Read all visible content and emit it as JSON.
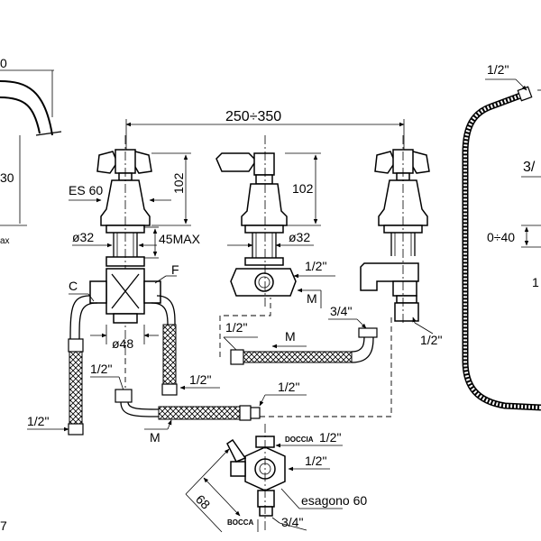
{
  "spout": {
    "label_top": "0",
    "label_height": "30",
    "label_max": "ax"
  },
  "overall_width": "250÷350",
  "left_handle": {
    "es": "ES 60",
    "height": "102",
    "diam": "ø32",
    "max": "45MAX"
  },
  "center_handle": {
    "height": "102",
    "diam": "ø32",
    "conn": "1/2\"",
    "m": "M"
  },
  "mixer_block": {
    "c": "C",
    "f": "F",
    "diam": "ø48"
  },
  "hoses": {
    "left_half_1": "1/2\"",
    "left_half_2": "1/2\"",
    "left_bottom": "1/2\"",
    "m_bottom": "M",
    "mid_half": "1/2\"",
    "mid_m": "M",
    "mid_three_quarter": "3/4\""
  },
  "right_fitting": {
    "half": "1/2\""
  },
  "shower_hose": {
    "top": "1/2\"",
    "three": "3/",
    "range": "0÷40",
    "one": "1"
  },
  "diverter": {
    "doccia": "DOCCIA",
    "doccia_half": "1/2\"",
    "half": "1/2\"",
    "hex": "esagono 60",
    "dim": "68",
    "bocca": "BOCCA",
    "bocca_conn": "3/4\""
  },
  "corner_mark": "7"
}
